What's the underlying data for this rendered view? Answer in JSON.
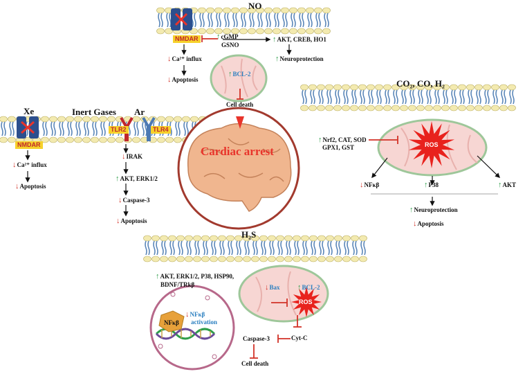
{
  "titles": {
    "no": "NO",
    "gases": "CO₂, CO, H₂",
    "xe": "Xe",
    "inert": "Inert Gases",
    "ar": "Ar",
    "h2s": "H₂S"
  },
  "center": {
    "label": "Cardiac arrest"
  },
  "no_panel": {
    "nmdar": "NMDAR",
    "cgmp": "cGMP",
    "gsno": "GSNO",
    "akt": "AKT, CREB, HO1",
    "neuro": "Neuroprotection",
    "ca": "Ca²⁺ influx",
    "apoptosis": "Apoptosis",
    "bcl2": "BCL-2",
    "death": "Cell death"
  },
  "xe_panel": {
    "nmdar": "NMDAR",
    "ca": "Ca²⁺ influx",
    "apoptosis": "Apoptosis"
  },
  "ar_panel": {
    "tlr2": "TLR2",
    "tlr4": "TLR4",
    "irak": "IRAK",
    "akt": "AKT, ERK1/2",
    "caspase": "Caspase-3",
    "apoptosis": "Apoptosis"
  },
  "gas_panel": {
    "nrf2": "Nrf2, CAT, SOD",
    "gpx": "GPX1, GST",
    "ros": "ROS",
    "nfkb": "NFκβ",
    "p38": "P38",
    "akt": "AKT",
    "neuro": "Neuroprotection",
    "apoptosis": "Apoptosis"
  },
  "h2s_panel": {
    "list1": "AKT, ERK1/2, P38, HSP90,",
    "list2": "BDNF/TRkβ",
    "bax": "Bax",
    "bcl2": "BCL-2",
    "ros": "ROS",
    "cytc": "Cyt-C",
    "caspase": "Caspase-3",
    "death": "Cell death",
    "nfkb": "NFκβ",
    "nfkb_act1": "NFκβ",
    "nfkb_act2": "activation"
  },
  "arrows": {
    "up": "↑",
    "down": "↓"
  },
  "colors": {
    "up": "#2e9e4a",
    "down": "#d23127",
    "inhibit": "#d23127",
    "membrane_head": "#f3eab0",
    "membrane_tail": "#5a86b8",
    "channel": "#2c4f8e",
    "mito_fill": "#f7d6d3",
    "mito_border": "#9ec79a",
    "brain": "#f0b68f",
    "nmdar_tag": "#f6d12b",
    "ros_star": "#e8221d"
  }
}
